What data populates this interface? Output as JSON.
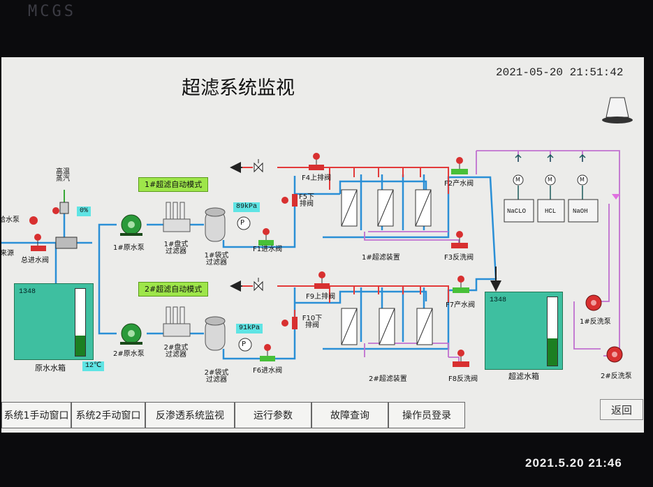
{
  "bezel": {
    "brand": "MCGS"
  },
  "photo_stamp": "2021.5.20 21:46",
  "screen": {
    "title": "超滤系统监视",
    "datetime": "2021-05-20  21:51:42",
    "steam_label": "高温\n蒸汽",
    "steam_valve_pct": "0%",
    "feed_pump_label": "给水泵",
    "water_in_label": "来源",
    "main_inlet_valve": "总进水阀",
    "raw_tank": {
      "label": "原水水箱",
      "value": "1348",
      "temp": "12℃",
      "level_fraction": 0.3
    },
    "uf_tank": {
      "label": "超滤水箱",
      "value": "1348",
      "level_fraction": 0.4
    },
    "line1": {
      "mode": "1#超滤自动模式",
      "pump": "1#原水泵",
      "disc_filter": "1#盘式\n过滤器",
      "bag_filter": "1#袋式\n过滤器",
      "pressure": "89kPa",
      "inlet_valve": "F1进水阀",
      "top_drain": "F4上排阀",
      "bottom_drain": "F5下\n排阀",
      "device": "1#超滤装置",
      "product_valve": "F2产水阀",
      "backwash_valve": "F3反洗阀"
    },
    "line2": {
      "mode": "2#超滤自动模式",
      "pump": "2#原水泵",
      "disc_filter": "2#盘式\n过滤器",
      "bag_filter": "2#袋式\n过滤器",
      "pressure": "91kPa",
      "inlet_valve": "F6进水阀",
      "top_drain": "F9上排阀",
      "bottom_drain": "F10下\n排阀",
      "device": "2#超滤装置",
      "product_valve": "F7产水阀",
      "backwash_valve": "F8反洗阀"
    },
    "dosing": {
      "tanks": [
        "NaCLO",
        "HCL",
        "NaOH"
      ],
      "motor": "M"
    },
    "backwash_pumps": [
      "1#反洗泵",
      "2#反洗泵"
    ],
    "pressure_symbol": "P"
  },
  "tabs": [
    "系统1手动窗口",
    "系统2手动窗口",
    "反渗透系统监视",
    "运行参数",
    "故障查询",
    "操作员登录"
  ],
  "back_label": "返回",
  "colors": {
    "water_pipe": "#2a8fd6",
    "drain_pipe": "#e23a3a",
    "dosing_pipe": "#c070d0",
    "tank": "#3ebfa0",
    "mode_badge": "#9ee64a",
    "display": "#5fe4e4"
  }
}
